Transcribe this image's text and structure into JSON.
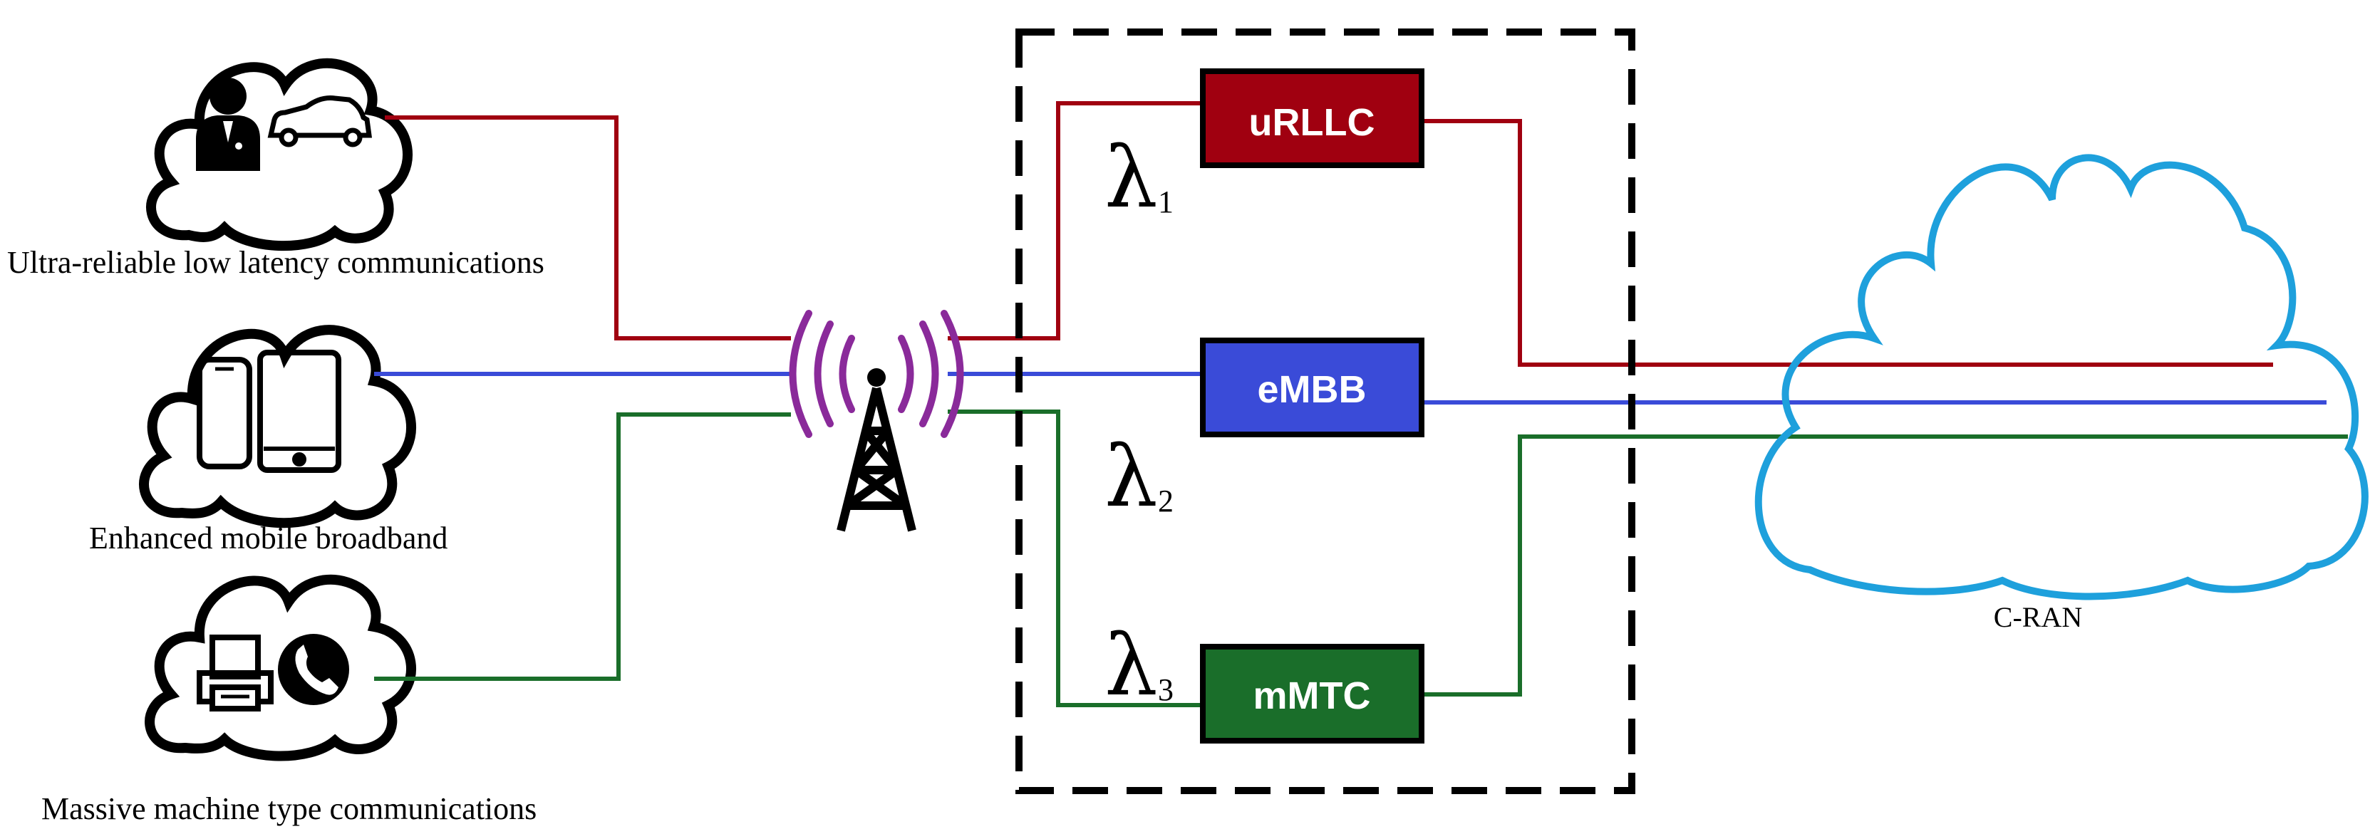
{
  "services": {
    "urllc": {
      "caption": "Ultra-reliable low latency communications",
      "box_label": "uRLLC",
      "color": "#a00010",
      "wavelength": {
        "symbol": "λ",
        "index": "1"
      }
    },
    "embb": {
      "caption": "Enhanced mobile broadband",
      "box_label": "eMBB",
      "color": "#3a4bd8",
      "wavelength": {
        "symbol": "λ",
        "index": "2"
      }
    },
    "mmtc": {
      "caption": "Massive machine type communications",
      "box_label": "mMTC",
      "color": "#1a6e2a",
      "wavelength": {
        "symbol": "λ",
        "index": "3"
      }
    }
  },
  "cran": {
    "label": "C-RAN",
    "color": "#1ea0dc"
  },
  "antenna": {
    "wave_color": "#8a2a9a"
  },
  "icons": {
    "urllc": [
      "person-icon",
      "car-icon"
    ],
    "embb": [
      "smartphone-icon",
      "tablet-icon"
    ],
    "mmtc": [
      "printer-icon",
      "phone-icon"
    ]
  }
}
